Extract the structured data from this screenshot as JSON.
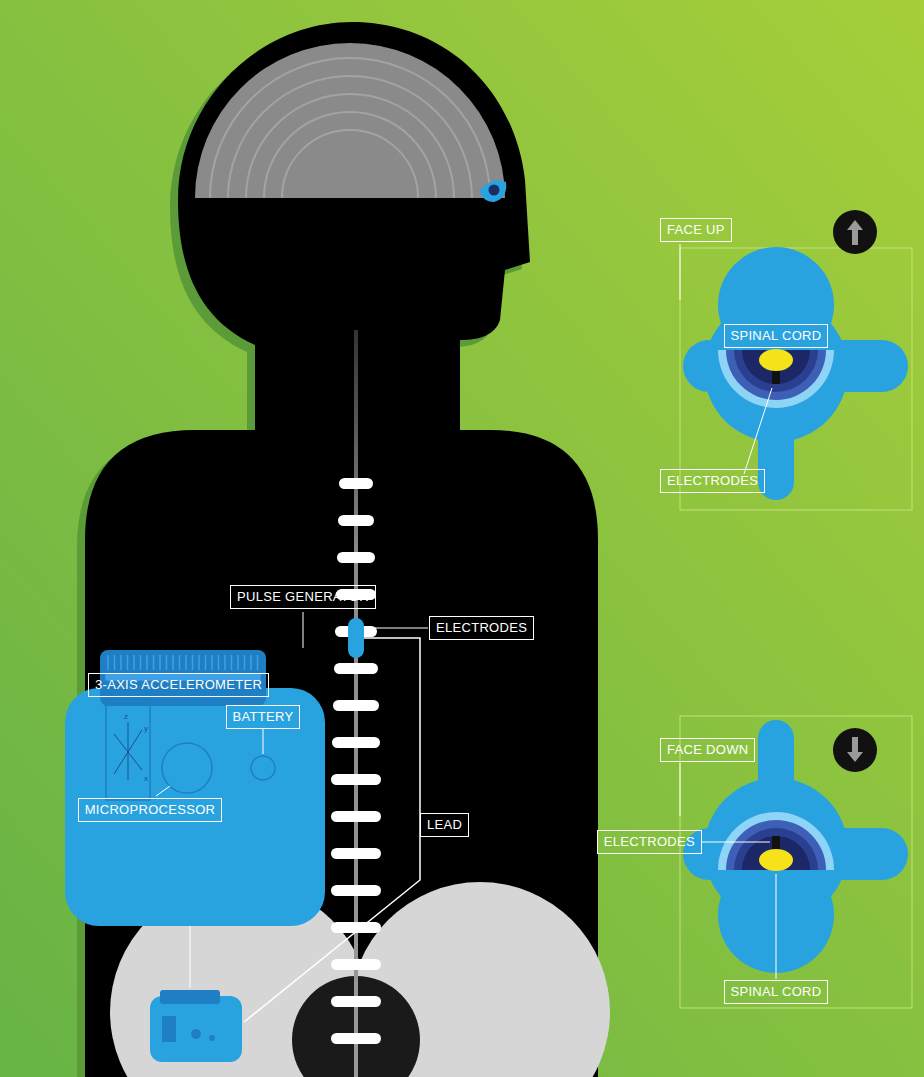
{
  "diagram": {
    "nodes": [
      {
        "text": [
          "FACE UP"
        ]
      },
      {
        "text": [
          "SPINAL CORD"
        ]
      },
      {
        "text": [
          "ELECTRODES"
        ]
      },
      {
        "text": [
          "PULSE GENERATOR"
        ]
      },
      {
        "text": [
          "ELECTRODES"
        ]
      },
      {
        "text": [
          "3-AXIS ACCELEROMETER"
        ]
      },
      {
        "text": [
          "BATTERY"
        ]
      },
      {
        "text": [
          "MICROPROCESSOR"
        ]
      },
      {
        "text": [
          "LEAD"
        ]
      },
      {
        "text": [
          "FACE DOWN"
        ]
      },
      {
        "text": [
          "ELECTRODES"
        ]
      },
      {
        "text": [
          "SPINAL CORD"
        ]
      }
    ],
    "labels": [
      "z",
      "y",
      "x"
    ]
  }
}
